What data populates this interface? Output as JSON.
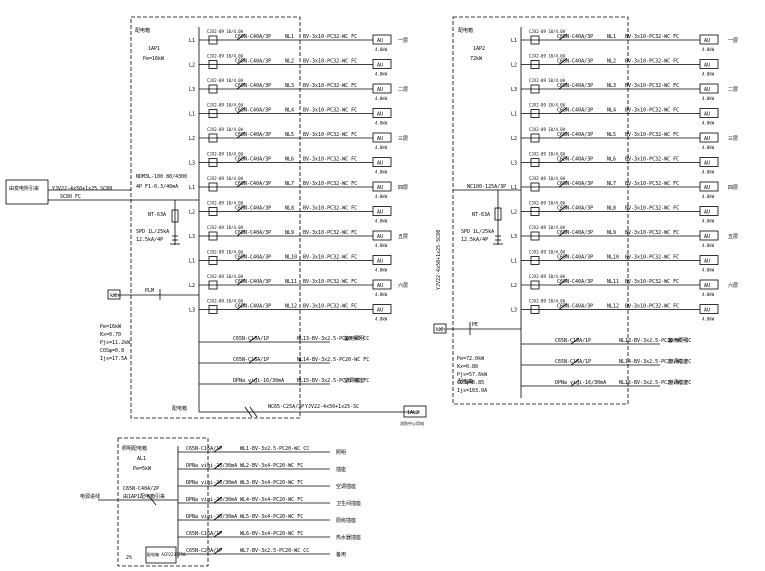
{
  "left_panel": {
    "box_label": "配电箱",
    "name": "1AP1",
    "power": "Pe=16kW",
    "incoming_cable": "YJV22-4x50+1x25 SC80",
    "incoming_note": "SC80 FC",
    "supply_source": "由变电所引来",
    "main_breaker": "NDM3L-100 80/4300",
    "main_breaker_2": "4P F1-0.3/40mA",
    "spd_label": "NT-63A",
    "spd_2": "SPD 1L/25kA",
    "spd_3": "12.5kA/4P",
    "meter_label": "PLM",
    "calc_params": [
      "Pe=16kW",
      "Kx=0.70",
      "Pjs=11.2kW",
      "COSφ=0.8",
      "Ijs=17.5A"
    ],
    "cabinet_note": "配电箱",
    "tail_breaker": "NC65-C25A/3P",
    "tail_cable": "YJV22-4x50+1x25-SC",
    "tail_target": "1AL2",
    "tail_target_sub": "消防中心用电",
    "spare_rows": [
      {
        "breaker": "C65N-C10A/1P",
        "cable": "NL13-BV-3x2.5-PC20-WC CC",
        "load": "备用照明"
      },
      {
        "breaker": "C65N-C16A/1P",
        "cable": "NL14-BV-3x2.5-PC20-WC FC",
        "load": ""
      },
      {
        "breaker": "DPNa vigi-16/30mA",
        "cable": "NL15-BV-3x2.5-PC20-WC FC",
        "load": "空调插座"
      }
    ]
  },
  "right_panel": {
    "box_label": "配电箱",
    "name": "1AP2",
    "power": "72kW",
    "main_breaker": "NC100-125A/3P",
    "spd_label": "NT-63A",
    "spd_2": "SPD 1L/25kA",
    "spd_3": "12.5kA/4P",
    "vertical_cable": "YJV22-4x50+1x25-SC80",
    "meter_label": "PE",
    "calc_params": [
      "Pe=72.0kW",
      "Kx=0.80",
      "Pjs=57.6kW",
      "COSφ=0.85",
      "Ijs=103.0A"
    ],
    "cabinet_note": "配电箱",
    "spare_rows": [
      {
        "breaker": "C65N-C10A/1P",
        "cable": "NL13-BV-3x2.5-PC20-WC CC",
        "load": "备用照明"
      },
      {
        "breaker": "C65N-C16A/1P",
        "cable": "NL14-BV-3x2.5-PC20-WC FC",
        "load": "空调插座"
      },
      {
        "breaker": "DPNa vigi-16/30mA",
        "cable": "NL15-BV-3x2.5-PC20-WC FC",
        "load": "空调插座"
      }
    ]
  },
  "bottom_panel": {
    "title": "照明配电箱",
    "name": "AL1",
    "power": "Pe=5kW",
    "main_breaker": "C65N-C40A/2P",
    "main_note": "由1AP1配电箱引来",
    "source_label": "电源进线",
    "footer_box": "配电箱 ACP2233750",
    "footer_tag": "2%",
    "rows": [
      {
        "breaker": "C65N-C16A/1P",
        "cable": "WL1-BV-3x2.5-PC20-WC CC",
        "load": "照明"
      },
      {
        "breaker": "DPNa vigi-20/30mA",
        "cable": "WL2-BV-3x4-PC20-WC FC",
        "load": "插座"
      },
      {
        "breaker": "DPNa vigi-20/30mA",
        "cable": "WL3-BV-3x4-PC20-WC FC",
        "load": "空调插座"
      },
      {
        "breaker": "DPNa vigi-20/30mA",
        "cable": "WL4-BV-3x4-PC20-WC FC",
        "load": "卫生间插座"
      },
      {
        "breaker": "DPNa vigi-20/30mA",
        "cable": "WL5-BV-3x4-PC20-WC FC",
        "load": "厨房插座"
      },
      {
        "breaker": "C65N-C16A/1P",
        "cable": "WL6-BV-3x4-PC20-WC FC",
        "load": "热水器插座"
      },
      {
        "breaker": "C65N-C20A/1P",
        "cable": "WL7-BV-3x2.5-PC20-WC CC",
        "load": "备用"
      }
    ]
  },
  "circuits_left": [
    {
      "phase": "L1",
      "contactor": "CJX2-09 10/4.0A",
      "breaker": "C65N-C40A/3P",
      "id": "NL1",
      "cable": "BV-3x10-PC32-WC FC",
      "box": "AU",
      "kw": "4.0kW",
      "load": "一层"
    },
    {
      "phase": "L2",
      "contactor": "CJX2-09 10/4.0A",
      "breaker": "C65N-C40A/3P",
      "id": "NL2",
      "cable": "BV-3x10-PC32-WC FC",
      "box": "AU",
      "kw": "4.0kW",
      "load": ""
    },
    {
      "phase": "L3",
      "contactor": "CJX2-09 10/4.0A",
      "breaker": "C65N-C40A/3P",
      "id": "NL3",
      "cable": "BV-3x10-PC32-WC FC",
      "box": "AU",
      "kw": "4.0kW",
      "load": "二层"
    },
    {
      "phase": "L1",
      "contactor": "CJX2-09 10/4.0A",
      "breaker": "C65N-C40A/3P",
      "id": "NL4",
      "cable": "BV-3x10-PC32-WC FC",
      "box": "AU",
      "kw": "4.0kW",
      "load": ""
    },
    {
      "phase": "L2",
      "contactor": "CJX2-09 10/4.0A",
      "breaker": "C65N-C40A/3P",
      "id": "NL5",
      "cable": "BV-3x10-PC32-WC FC",
      "box": "AU",
      "kw": "4.0kW",
      "load": "三层"
    },
    {
      "phase": "L3",
      "contactor": "CJX2-09 10/4.0A",
      "breaker": "C65N-C40A/3P",
      "id": "NL6",
      "cable": "BV-3x10-PC32-WC FC",
      "box": "AU",
      "kw": "4.0kW",
      "load": ""
    },
    {
      "phase": "L1",
      "contactor": "CJX2-09 10/4.0A",
      "breaker": "C65N-C40A/3P",
      "id": "NL7",
      "cable": "BV-3x10-PC32-WC FC",
      "box": "AU",
      "kw": "4.0kW",
      "load": "四层"
    },
    {
      "phase": "L2",
      "contactor": "CJX2-09 10/4.0A",
      "breaker": "C65N-C40A/3P",
      "id": "NL8",
      "cable": "BV-3x10-PC32-WC FC",
      "box": "AU",
      "kw": "4.0kW",
      "load": ""
    },
    {
      "phase": "L3",
      "contactor": "CJX2-09 10/4.0A",
      "breaker": "C65N-C40A/3P",
      "id": "NL9",
      "cable": "BV-3x10-PC32-WC FC",
      "box": "AU",
      "kw": "4.0kW",
      "load": "五层"
    },
    {
      "phase": "L1",
      "contactor": "CJX2-09 10/4.0A",
      "breaker": "C65N-C40A/3P",
      "id": "NL10",
      "cable": "BV-3x10-PC32-WC FC",
      "box": "AU",
      "kw": "4.0kW",
      "load": ""
    },
    {
      "phase": "L2",
      "contactor": "CJX2-09 10/4.0A",
      "breaker": "C65N-C40A/3P",
      "id": "NL11",
      "cable": "BV-3x10-PC32-WC FC",
      "box": "AU",
      "kw": "4.0kW",
      "load": "六层"
    },
    {
      "phase": "L3",
      "contactor": "CJX2-09 10/4.0A",
      "breaker": "C65N-C40A/3P",
      "id": "NL12",
      "cable": "BV-3x10-PC32-WC FC",
      "box": "AU",
      "kw": "4.0kW",
      "load": ""
    }
  ],
  "circuits_right": [
    {
      "phase": "L1",
      "contactor": "CJX2-09 10/4.0A",
      "breaker": "C65N-C40A/3P",
      "id": "NL1",
      "cable": "BV-3x10-PC32-WC FC",
      "box": "AU",
      "kw": "4.0kW",
      "load": "一层"
    },
    {
      "phase": "L2",
      "contactor": "CJX2-09 10/4.0A",
      "breaker": "C65N-C40A/3P",
      "id": "NL2",
      "cable": "BV-3x10-PC32-WC FC",
      "box": "AU",
      "kw": "4.0kW",
      "load": ""
    },
    {
      "phase": "L3",
      "contactor": "CJX2-09 10/4.0A",
      "breaker": "C65N-C40A/3P",
      "id": "NL3",
      "cable": "BV-3x10-PC32-WC FC",
      "box": "AU",
      "kw": "4.0kW",
      "load": "二层"
    },
    {
      "phase": "L1",
      "contactor": "CJX2-09 10/4.0A",
      "breaker": "C65N-C40A/3P",
      "id": "NL4",
      "cable": "BV-3x10-PC32-WC FC",
      "box": "AU",
      "kw": "4.0kW",
      "load": ""
    },
    {
      "phase": "L2",
      "contactor": "CJX2-09 10/4.0A",
      "breaker": "C65N-C40A/3P",
      "id": "NL5",
      "cable": "BV-3x10-PC32-WC FC",
      "box": "AU",
      "kw": "4.0kW",
      "load": "三层"
    },
    {
      "phase": "L3",
      "contactor": "CJX2-09 10/4.0A",
      "breaker": "C65N-C40A/3P",
      "id": "NL6",
      "cable": "BV-3x10-PC32-WC FC",
      "box": "AU",
      "kw": "4.0kW",
      "load": ""
    },
    {
      "phase": "L1",
      "contactor": "CJX2-09 10/4.0A",
      "breaker": "C65N-C40A/3P",
      "id": "NL7",
      "cable": "BV-3x10-PC32-WC FC",
      "box": "AU",
      "kw": "4.0kW",
      "load": "四层"
    },
    {
      "phase": "L2",
      "contactor": "CJX2-09 10/4.0A",
      "breaker": "C65N-C40A/3P",
      "id": "NL8",
      "cable": "BV-3x10-PC32-WC FC",
      "box": "AU",
      "kw": "4.0kW",
      "load": ""
    },
    {
      "phase": "L3",
      "contactor": "CJX2-09 10/4.0A",
      "breaker": "C65N-C40A/3P",
      "id": "NL9",
      "cable": "BV-3x10-PC32-WC FC",
      "box": "AU",
      "kw": "4.0kW",
      "load": "五层"
    },
    {
      "phase": "L1",
      "contactor": "CJX2-09 10/4.0A",
      "breaker": "C65N-C40A/3P",
      "id": "NL10",
      "cable": "BV-3x10-PC32-WC FC",
      "box": "AU",
      "kw": "4.0kW",
      "load": ""
    },
    {
      "phase": "L2",
      "contactor": "CJX2-09 10/4.0A",
      "breaker": "C65N-C40A/3P",
      "id": "NL11",
      "cable": "BV-3x10-PC32-WC FC",
      "box": "AU",
      "kw": "4.0kW",
      "load": "六层"
    },
    {
      "phase": "L3",
      "contactor": "CJX2-09 10/4.0A",
      "breaker": "C65N-C40A/3P",
      "id": "NL12",
      "cable": "BV-3x10-PC32-WC FC",
      "box": "AU",
      "kw": "4.0kW",
      "load": ""
    }
  ]
}
